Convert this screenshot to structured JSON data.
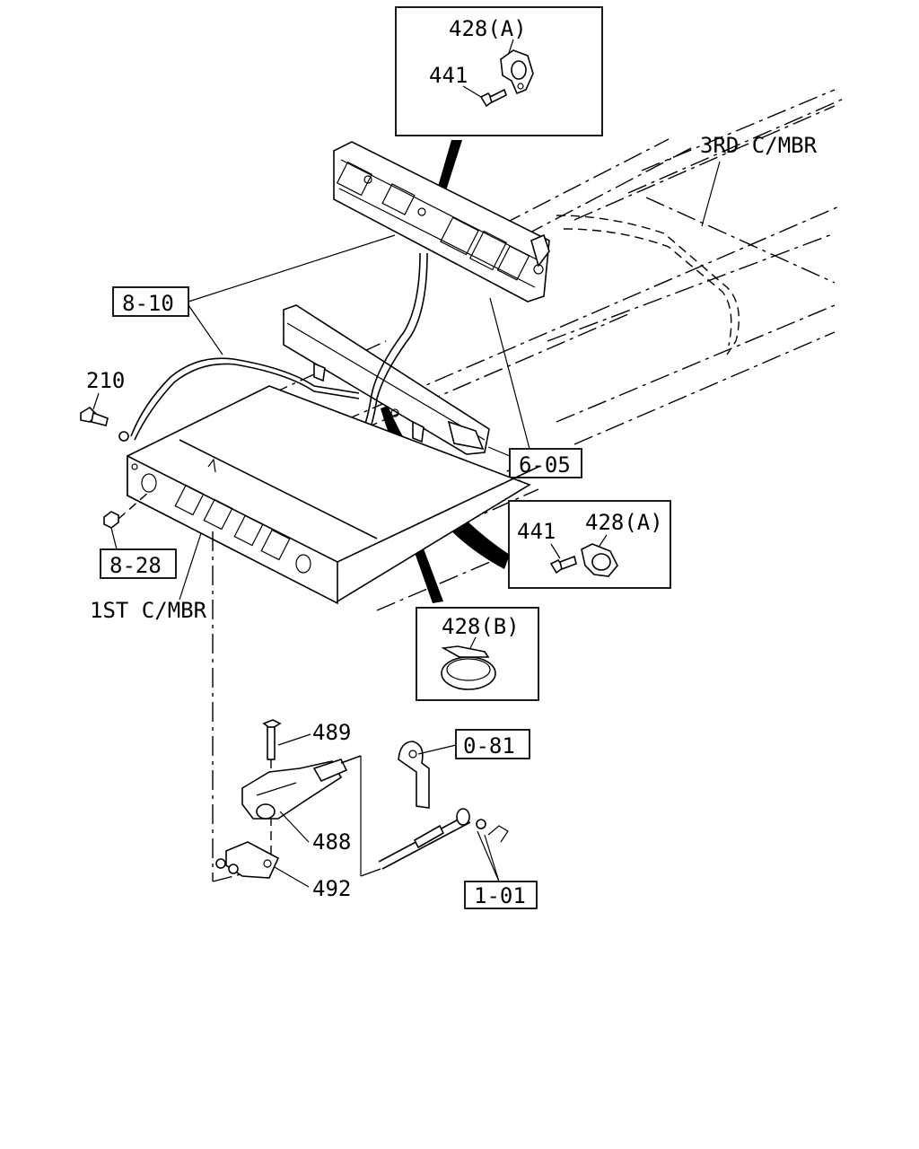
{
  "labels": {
    "inset_top_clip": "428(A)",
    "inset_top_bolt": "441",
    "third_crossmember": "3RD C/MBR",
    "ref_8_10": "8-10",
    "part_210": "210",
    "ref_6_05": "6-05",
    "inset_right_bolt": "441",
    "inset_right_clip": "428(A)",
    "ref_8_28": "8-28",
    "first_crossmember": "1ST C/MBR",
    "inset_band": "428(B)",
    "part_489": "489",
    "ref_0_81": "0-81",
    "part_488": "488",
    "part_492": "492",
    "ref_1_01": "1-01"
  }
}
